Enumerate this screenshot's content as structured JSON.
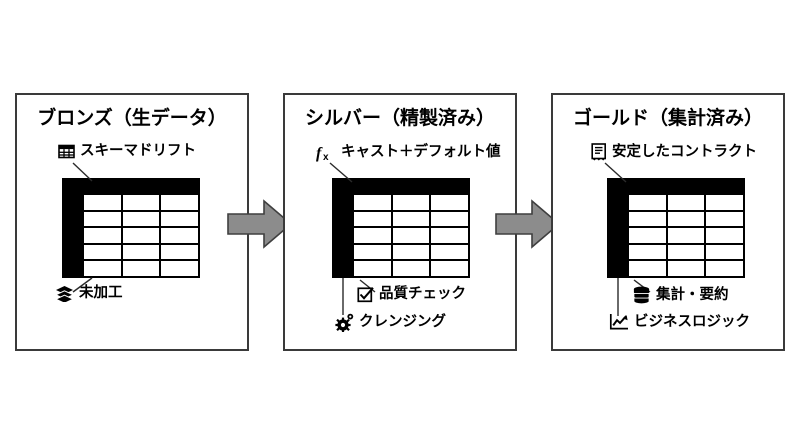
{
  "diagram": {
    "title_semantic": "medallion-architecture-bronze-silver-gold",
    "colors": {
      "panel_border": "#3a3a3a",
      "table_fill": "#000000",
      "cell_fill": "#ffffff",
      "arrow_fill": "#8c8c8c",
      "arrow_stroke": "#3f3f3f",
      "text": "#000000",
      "background": "#ffffff"
    }
  },
  "stages": [
    {
      "id": "bronze",
      "title": "ブロンズ（生データ）",
      "annotations": [
        {
          "icon": "table-grid-icon",
          "label": "スキーマドリフト",
          "position": "top"
        },
        {
          "icon": "layers-stack-icon",
          "label": "未加工",
          "position": "bottom"
        }
      ]
    },
    {
      "id": "silver",
      "title": "シルバー（精製済み）",
      "annotations": [
        {
          "icon": "fx-function-icon",
          "label": "キャスト＋デフォルト値",
          "position": "top"
        },
        {
          "icon": "checkbox-checked-icon",
          "label": "品質チェック",
          "position": "bottom"
        },
        {
          "icon": "gear-icon",
          "label": "クレンジング",
          "position": "bottom"
        }
      ]
    },
    {
      "id": "gold",
      "title": "ゴールド（集計済み）",
      "annotations": [
        {
          "icon": "document-contract-icon",
          "label": "安定したコントラクト",
          "position": "top"
        },
        {
          "icon": "database-stack-icon",
          "label": "集計・要約",
          "position": "bottom"
        },
        {
          "icon": "chart-trend-icon",
          "label": "ビジネスロジック",
          "position": "bottom"
        }
      ]
    }
  ],
  "flow_arrows": [
    {
      "from": "bronze",
      "to": "silver",
      "shape": "block-arrow-right"
    },
    {
      "from": "silver",
      "to": "gold",
      "shape": "block-arrow-right"
    }
  ]
}
